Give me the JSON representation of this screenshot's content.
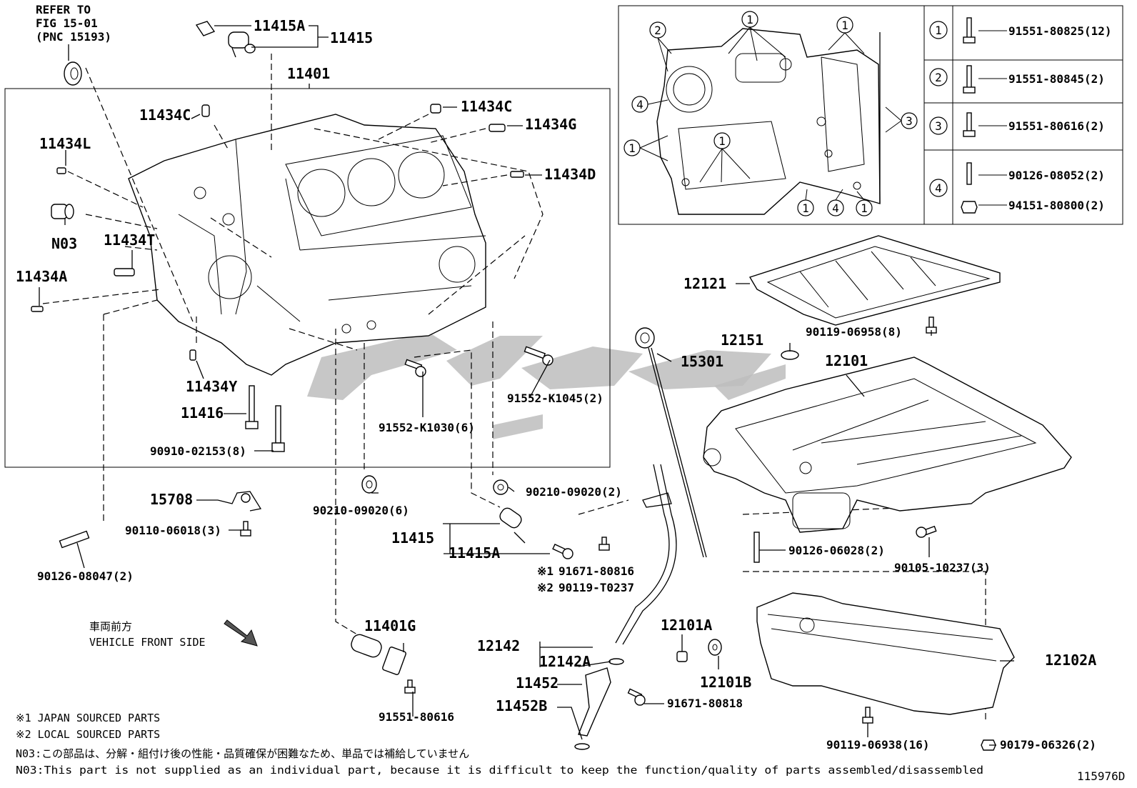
{
  "labels": {
    "refer1": "REFER TO",
    "refer2": "FIG 15-01",
    "refer3": "(PNC 15193)",
    "p11415A_top": "11415A",
    "p11415_top": "11415",
    "p11401": "11401",
    "p11434C_l": "11434C",
    "p11434C_r": "11434C",
    "p11434G": "11434G",
    "p11434L": "11434L",
    "p11434D": "11434D",
    "pN03": "N03",
    "p11434T": "11434T",
    "p11434A": "11434A",
    "p11434Y": "11434Y",
    "p11416": "11416",
    "p90910": "90910-02153(8)",
    "p91552a": "91552-K1030(6)",
    "p91552b": "91552-K1045(2)",
    "p15708": "15708",
    "p90110": "90110-06018(3)",
    "p90126_47": "90126-08047(2)",
    "p90210a": "90210-09020(6)",
    "p90210b": "90210-09020(2)",
    "p11415_mid": "11415",
    "p11415A_mid": "11415A",
    "p91671_816": "91671-80816",
    "p90119_T": "90119-T0237",
    "mark1": "※1",
    "mark2": "※2",
    "front_jp": "車両前方",
    "front_en": "VEHICLE FRONT SIDE",
    "p11401G": "11401G",
    "p91551_616": "91551-80616",
    "p12142": "12142",
    "p12142A": "12142A",
    "p11452": "11452",
    "p11452B": "11452B",
    "p91671_818": "91671-80818",
    "p12101A": "12101A",
    "p12101B": "12101B",
    "p12121": "12121",
    "p90119_958": "90119-06958(8)",
    "p12151": "12151",
    "p15301": "15301",
    "p12101": "12101",
    "p90126_28": "90126-06028(2)",
    "p90105": "90105-10237(3)",
    "p12102A": "12102A",
    "p90119_938": "90119-06938(16)",
    "p90179": "90179-06326(2)",
    "fig_no": "115976D"
  },
  "legend": [
    {
      "num": "1",
      "parts": [
        "91551-80825(12)"
      ]
    },
    {
      "num": "2",
      "parts": [
        "91551-80845(2)"
      ]
    },
    {
      "num": "3",
      "parts": [
        "91551-80616(2)"
      ]
    },
    {
      "num": "4",
      "parts": [
        "90126-08052(2)",
        "94151-80800(2)"
      ]
    }
  ],
  "notes": {
    "n1": "※1 JAPAN SOURCED PARTS",
    "n2": "※2 LOCAL SOURCED PARTS",
    "n3": "N03:この部品は、分解・組付け後の性能・品質確保が困難なため、単品では補給していません",
    "n4": "N03:This part is not supplied as an individual part, because it is difficult to keep the function/quality of parts assembled/disassembled"
  }
}
